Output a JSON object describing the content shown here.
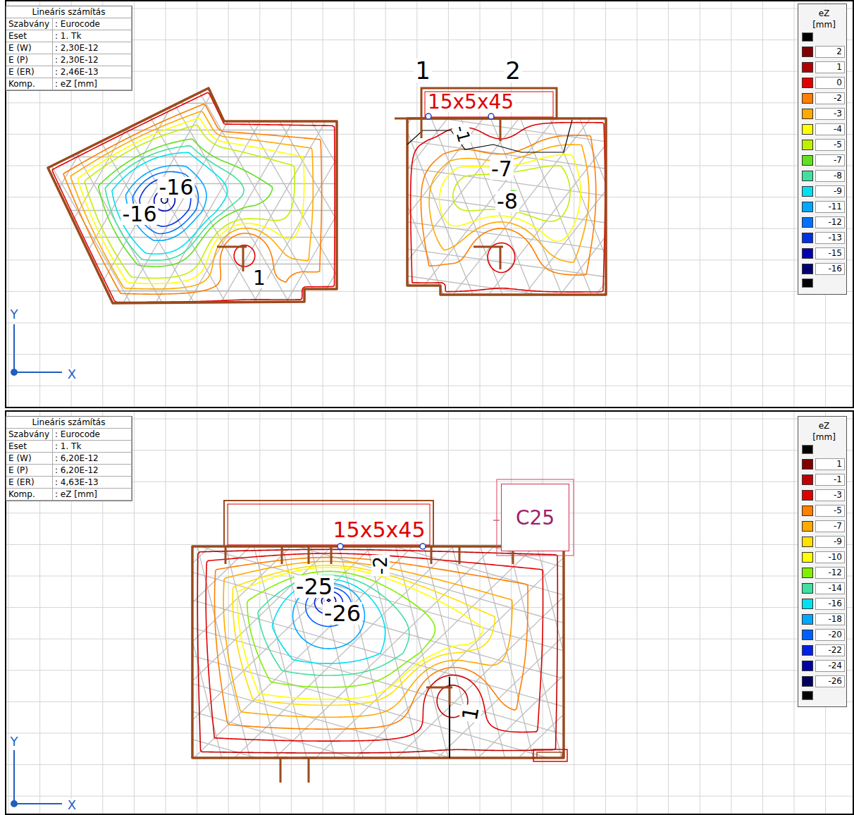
{
  "diagram": {
    "nodes": [
      {
        "text": [
          "Lineáris számítás",
          "Szabvány",
          ": Eurocode",
          "Eset",
          ": 1. Tk",
          "E (W)",
          ": 2,30E-12",
          "E (P)",
          ": 2,30E-12",
          "E (ER)",
          ": 2,46E-13",
          "Komp.",
          ": eZ [mm]"
        ]
      },
      {
        "text": [
          "eZ [mm]"
        ]
      },
      {
        "text": [
          "Lineáris számítás",
          "Szabvány",
          ": Eurocode",
          "Eset",
          ": 1. Tk",
          "E (W)",
          ": 6,20E-12",
          "E (P)",
          ": 6,20E-12",
          "E (ER)",
          ": 4,63E-13",
          "Komp.",
          ": eZ [mm]"
        ]
      },
      {
        "text": [
          "eZ [mm]"
        ]
      },
      {
        "text": [
          "C25"
        ]
      }
    ],
    "labels": [
      "1",
      "2",
      "15x5x45",
      "-1",
      "-7",
      "-8",
      "-16",
      "-16",
      "1",
      "15x5x45",
      "-2",
      "-25",
      "-26",
      "1",
      "Y",
      "X",
      "Y",
      "X"
    ],
    "legend": [
      {
        "text": "2",
        "color": "#800000"
      },
      {
        "text": "1",
        "color": "#b00000"
      },
      {
        "text": "0",
        "color": "#e00000"
      },
      {
        "text": "-2",
        "color": "#ff7f00"
      },
      {
        "text": "-3",
        "color": "#ffaa00"
      },
      {
        "text": "-4",
        "color": "#ffff00"
      },
      {
        "text": "-5",
        "color": "#c0f000"
      },
      {
        "text": "-7",
        "color": "#60e020"
      },
      {
        "text": "-8",
        "color": "#40e0a0"
      },
      {
        "text": "-9",
        "color": "#00e0f0"
      },
      {
        "text": "-11",
        "color": "#00a8ff"
      },
      {
        "text": "-12",
        "color": "#0070ff"
      },
      {
        "text": "-13",
        "color": "#0030e0"
      },
      {
        "text": "-15",
        "color": "#0000b0"
      },
      {
        "text": "-16",
        "color": "#000070"
      },
      {
        "text": "1",
        "color": "#800000"
      },
      {
        "text": "-1",
        "color": "#c00000"
      },
      {
        "text": "-3",
        "color": "#e00000"
      },
      {
        "text": "-5",
        "color": "#ff7f00"
      },
      {
        "text": "-7",
        "color": "#ffaa00"
      },
      {
        "text": "-9",
        "color": "#ffe000"
      },
      {
        "text": "-10",
        "color": "#ffff00"
      },
      {
        "text": "-12",
        "color": "#80f000"
      },
      {
        "text": "-14",
        "color": "#40e0a0"
      },
      {
        "text": "-16",
        "color": "#00e0f0"
      },
      {
        "text": "-18",
        "color": "#00a8ff"
      },
      {
        "text": "-20",
        "color": "#0060ff"
      },
      {
        "text": "-22",
        "color": "#0020e0"
      },
      {
        "text": "-24",
        "color": "#0000a0"
      },
      {
        "text": "-26",
        "color": "#000060"
      }
    ]
  }
}
